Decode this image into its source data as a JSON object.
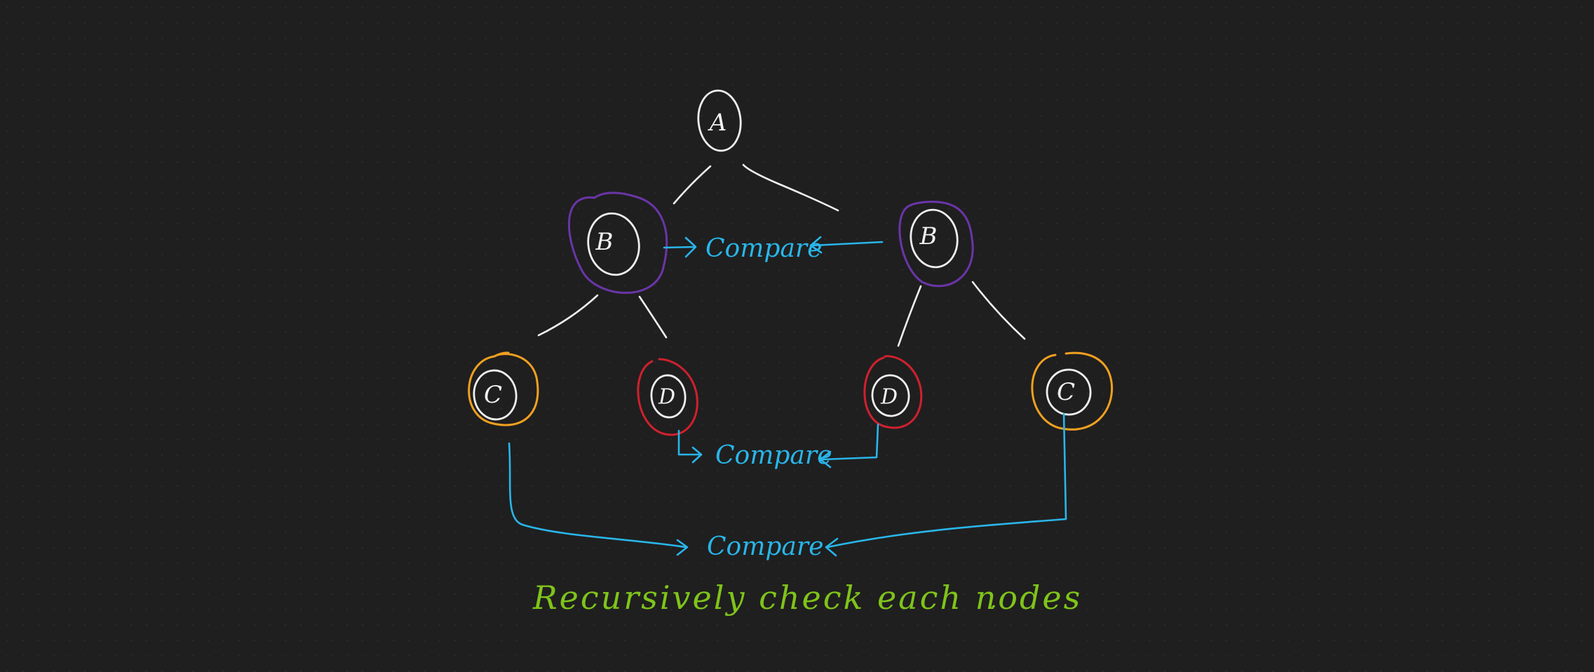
{
  "colors": {
    "background": "#1f1f1f",
    "white": "#efefef",
    "purple": "#6a35a8",
    "orange": "#f0a020",
    "red": "#d0202e",
    "blue": "#29b6ea",
    "green": "#7fc41a"
  },
  "nodes": {
    "a": "A",
    "b_left": "B",
    "b_right": "B",
    "c_left": "C",
    "d_left": "D",
    "d_right": "D",
    "c_right": "C"
  },
  "compare_labels": {
    "b_level": "Compare",
    "d_level": "Compare",
    "c_level": "Compare"
  },
  "note": "Recursively check each nodes",
  "note_period": "."
}
